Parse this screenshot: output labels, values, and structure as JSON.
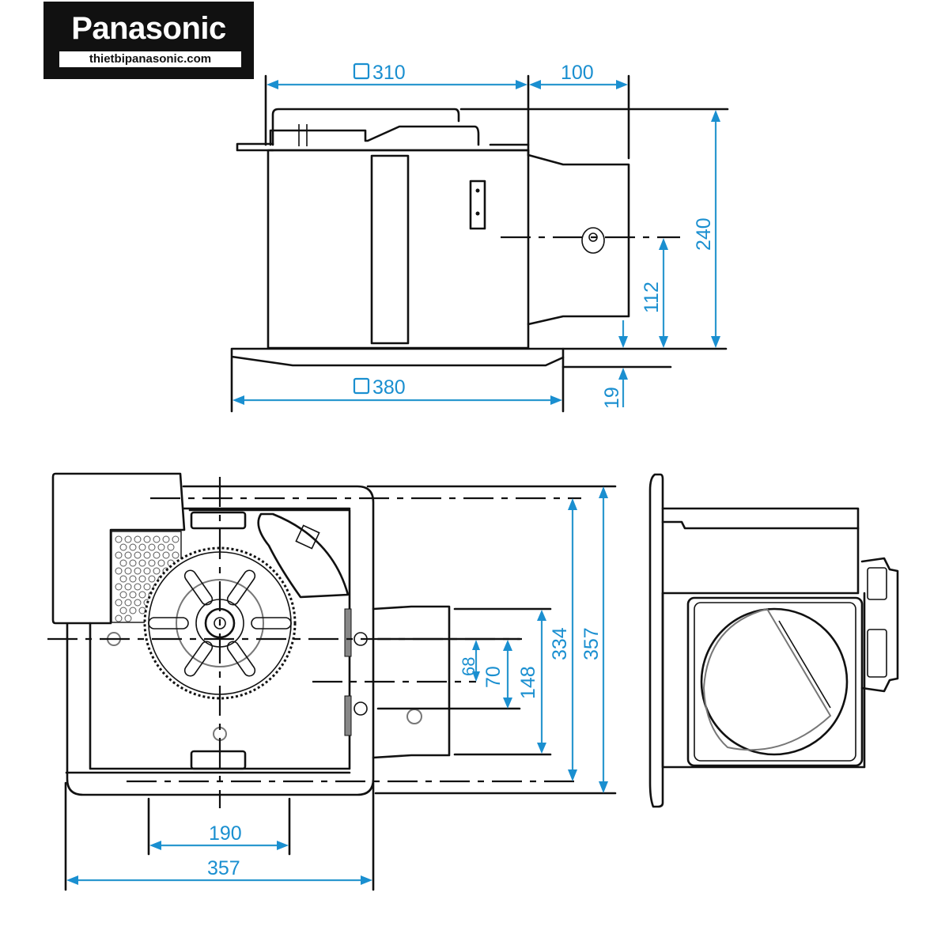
{
  "logo": {
    "brand": "Panasonic",
    "website": "thietbipanasonic.com"
  },
  "colors": {
    "dimension": "#1a8fd0",
    "outline": "#111111",
    "logo_bg": "#111111"
  },
  "units": "mm",
  "views": {
    "front_view": {
      "dimensions": {
        "body_width": "310",
        "duct_length": "100",
        "total_height": "240",
        "duct_center_height": "112",
        "panel_thickness": "19",
        "panel_width": "380"
      },
      "square_symbol": "□"
    },
    "top_view": {
      "dimensions": {
        "bracket_spacing": "190",
        "overall_width": "357",
        "hole_to_center": "68",
        "hole_spacing_70": "70",
        "duct_width": "148",
        "inner_depth": "334",
        "overall_depth": "357"
      }
    },
    "side_view": {}
  }
}
